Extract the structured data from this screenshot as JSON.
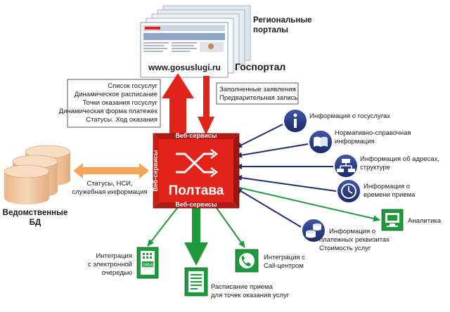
{
  "portal": {
    "regional_line1": "Региональные",
    "regional_line2": "порталы",
    "url": "www.gosuslugi.ru",
    "gosportal": "Госпортал"
  },
  "left_box": [
    "Список госуслуг",
    "Динамическое расписание",
    "Точки оказания госуслуг",
    "Динамическая форма платежек",
    "Статусы. Ход оказания"
  ],
  "right_box": [
    "Заполненные заявления",
    "Предварительная запись"
  ],
  "center": {
    "name": "Полтава",
    "ws_top": "Веб-сервисы",
    "ws_bottom": "Веб-сервисы",
    "ws_left": "Веб-сервисы"
  },
  "db": {
    "label_line1": "Ведомственные",
    "label_line2": "БД",
    "exchange": [
      "Статусы, НСИ,",
      "служебная информация"
    ]
  },
  "inputs": [
    {
      "icon": "info-icon",
      "lines": [
        "Информация о госуслугах"
      ]
    },
    {
      "icon": "book-icon",
      "lines": [
        "Нормативно-справочная",
        "информация"
      ]
    },
    {
      "icon": "org-structure-icon",
      "lines": [
        "Информация об адресах,",
        "структуре"
      ]
    },
    {
      "icon": "clock-icon",
      "lines": [
        "Информация о",
        "времени приема"
      ]
    },
    {
      "icon": "coins-icon",
      "lines": [
        "Информация о",
        "платежных реквизитах",
        "Стоимость услуг"
      ]
    }
  ],
  "outputs": {
    "analytics": "Аналитика",
    "queue": [
      "Интеграция",
      "с электронной",
      "очередью"
    ],
    "queue_display": "0854",
    "schedule": [
      "Расписание приема",
      "для точек оказания услуг"
    ],
    "callcenter": [
      "Интеграция с",
      "Call-центром"
    ]
  },
  "colors": {
    "red": "#e2231a",
    "green": "#1e9a3c",
    "navy": "#1f2f6e",
    "orange": "#f5a55a",
    "db": "#f2c9a2"
  }
}
